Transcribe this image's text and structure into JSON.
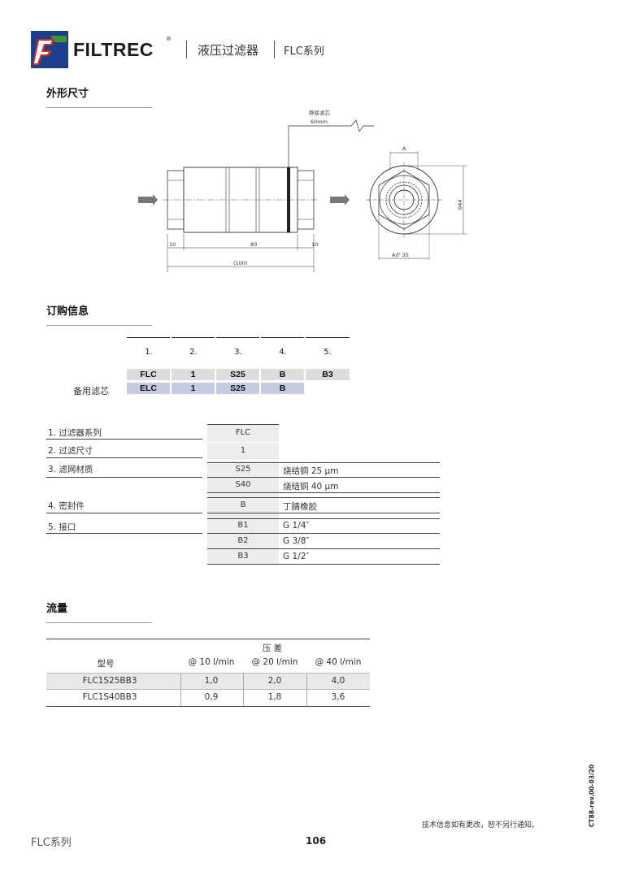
{
  "header": {
    "brand": "FILTREC",
    "registered": "®",
    "category": "液压过滤器",
    "series": "FLC系列"
  },
  "sections": {
    "dimensions": "外形尺寸",
    "ordering": "订购信息",
    "flow": "流量"
  },
  "drawing": {
    "remove_element_label": "移除滤芯",
    "remove_element_value": "60mm.",
    "dim_left": "10",
    "dim_mid": "80",
    "dim_right": "10",
    "dim_total": "(100)",
    "dim_a": "A",
    "dim_dia": "044",
    "dim_af": "A/F 35"
  },
  "ordering": {
    "columns": [
      "1.",
      "2.",
      "3.",
      "4.",
      "5."
    ],
    "main_row": [
      "FLC",
      "1",
      "S25",
      "B",
      "B3"
    ],
    "spare_label": "备用滤芯",
    "spare_row": [
      "ELC",
      "1",
      "S25",
      "B"
    ],
    "colors": {
      "main": "#dcdcdc",
      "spare": "#c7cbe2"
    }
  },
  "spec": {
    "row1_label": "1. 过滤器系列",
    "row1_code": "FLC",
    "row2_label": "2. 过滤尺寸",
    "row2_code": "1",
    "row3_label": "3. 滤网材质",
    "row3_code_a": "S25",
    "row3_desc_a": "烧结铜 25 μm",
    "row3_code_b": "S40",
    "row3_desc_b": "烧结铜 40 μm",
    "row4_label": "4. 密封件",
    "row4_code": "B",
    "row4_desc": "丁腈橡胶",
    "row5_label": "5. 接口",
    "row5_code_a": "B1",
    "row5_desc_a": "G 1/4″",
    "row5_code_b": "B2",
    "row5_desc_b": "G 3/8″",
    "row5_code_c": "B3",
    "row5_desc_c": "G 1/2″"
  },
  "flow": {
    "group_header": "压 差",
    "model_header": "型号",
    "col1": "@ 10 l/min",
    "col2": "@ 20 l/min",
    "col3": "@ 40 l/min",
    "rows": [
      {
        "model": "FLC1S25BB3",
        "v1": "1,0",
        "v2": "2,0",
        "v3": "4,0"
      },
      {
        "model": "FLC1S40BB3",
        "v1": "0,9",
        "v2": "1,8",
        "v3": "3,6"
      }
    ]
  },
  "footer": {
    "series": "FLC系列",
    "page": "106",
    "notice": "技术信息如有更改，恕不另行通知。",
    "doc_code": "CT88-rev.00-03/20"
  },
  "brand_colors": {
    "red": "#d42a24",
    "blue": "#1d3f8c",
    "green": "#3c9a35"
  }
}
